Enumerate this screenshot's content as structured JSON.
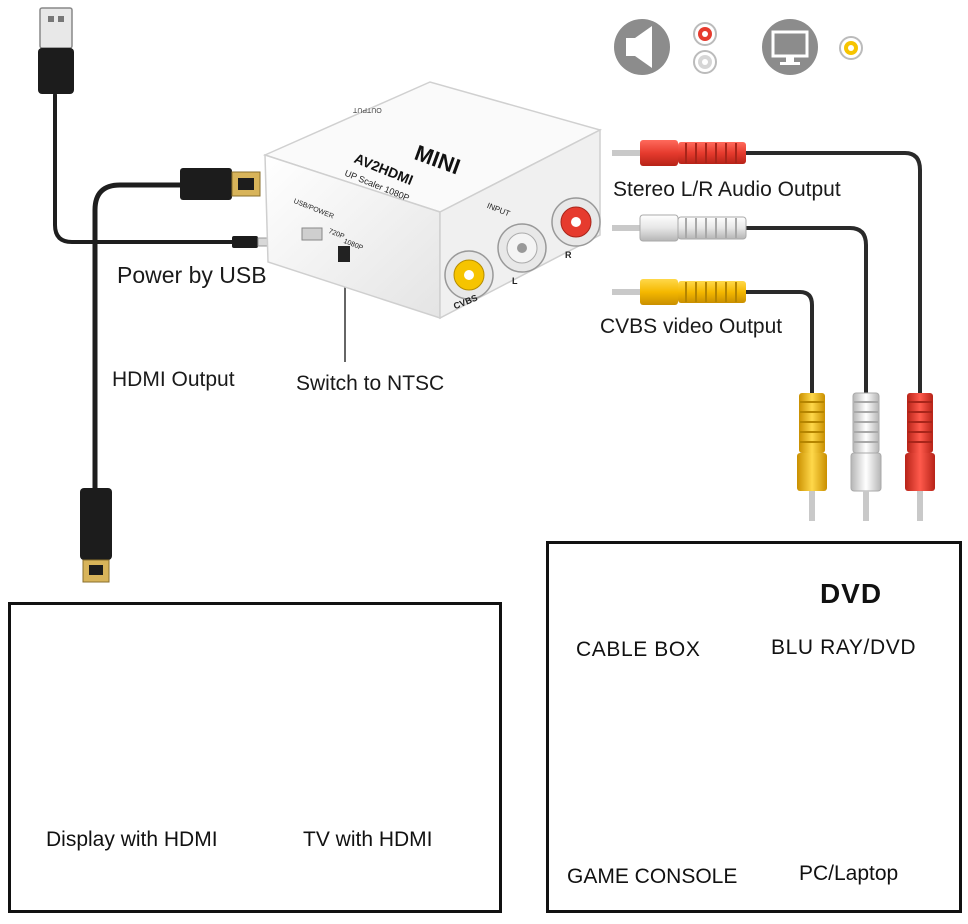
{
  "device": {
    "brand": "MINI",
    "model": "AV2HDMI",
    "tagline": "UP Scaler 1080P",
    "port_output": "OUTPUT",
    "port_input": "INPUT",
    "port_usb": "USB/POWER",
    "switch_720": "720P",
    "switch_1080": "1080P",
    "jack_cvbs": "CVBS",
    "jack_l": "L",
    "jack_r": "R"
  },
  "callouts": {
    "power": "Power by USB",
    "hdmi_out": "HDMI Output",
    "switch": "Switch to NTSC",
    "stereo": "Stereo L/R Audio Output",
    "cvbs": "CVBS video Output"
  },
  "legend": {
    "audio_icon": "speaker-icon",
    "video_icon": "monitor-icon"
  },
  "outputs_panel": {
    "display": "Display with HDMI",
    "tv": "TV with HDMI"
  },
  "sources_panel": {
    "cable_box": "CABLE BOX",
    "dvd_badge": "DVD",
    "blu_ray": "BLU RAY/DVD",
    "game_console": "GAME CONSOLE",
    "pc": "PC/Laptop"
  },
  "colors": {
    "red_plug": "#e63b2e",
    "white_plug": "#e6e6e6",
    "yellow_plug": "#f5b800",
    "cable": "#1e1e1e",
    "gray_icon": "#8c8c8c"
  }
}
